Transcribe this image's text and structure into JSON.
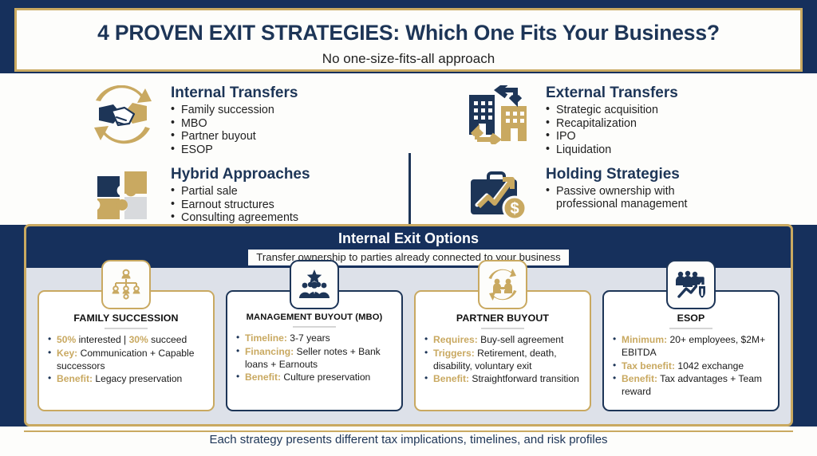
{
  "header": {
    "title": "4 PROVEN EXIT STRATEGIES: Which One Fits Your Business?",
    "subtitle": "No one-size-fits-all approach"
  },
  "colors": {
    "navy": "#16305c",
    "navy_text": "#1d3557",
    "gold": "#c9a961",
    "panel_bg": "#dde1e9",
    "paper": "#fdfdfb"
  },
  "quadrants": [
    {
      "title": "Internal Transfers",
      "icon": "handshake-cycle-icon",
      "items": [
        "Family succession",
        "MBO",
        "Partner buyout",
        "ESOP"
      ]
    },
    {
      "title": "External Transfers",
      "icon": "buildings-exchange-icon",
      "items": [
        "Strategic acquisition",
        "Recapitalization",
        "IPO",
        "Liquidation"
      ]
    },
    {
      "title": "Hybrid Approaches",
      "icon": "puzzle-pieces-icon",
      "items": [
        "Partial sale",
        "Earnout structures",
        "Consulting agreements"
      ]
    },
    {
      "title": "Holding Strategies",
      "icon": "briefcase-growth-icon",
      "items": [
        "Passive ownership with professional management"
      ]
    }
  ],
  "panel": {
    "title": "Internal Exit Options",
    "subtitle": "Transfer ownership to parties already connected to your business",
    "cards": [
      {
        "title": "FAMILY SUCCESSION",
        "icon": "family-tree-icon",
        "accent": "gold",
        "bullets": [
          {
            "lead": "50%",
            "rest": " interested | ",
            "lead2": "30%",
            "rest2": " succeed"
          },
          {
            "lead": "Key:",
            "rest": " Communication + Capable successors"
          },
          {
            "lead": "Benefit:",
            "rest": " Legacy preservation"
          }
        ]
      },
      {
        "title": "MANAGEMENT BUYOUT (MBO)",
        "icon": "team-star-icon",
        "accent": "navy",
        "bullets": [
          {
            "lead": "Timeline:",
            "rest": " 3-7 years"
          },
          {
            "lead": "Financing:",
            "rest": " Seller notes + Bank loans + Earnouts"
          },
          {
            "lead": "Benefit:",
            "rest": " Culture preservation"
          }
        ]
      },
      {
        "title": "PARTNER BUYOUT",
        "icon": "partner-handshake-icon",
        "accent": "gold",
        "bullets": [
          {
            "lead": "Requires:",
            "rest": " Buy-sell agreement"
          },
          {
            "lead": "Triggers:",
            "rest": " Retirement, death, disability, voluntary exit"
          },
          {
            "lead": "Benefit:",
            "rest": " Straightforward transition"
          }
        ]
      },
      {
        "title": "ESOP",
        "icon": "employee-shield-growth-icon",
        "accent": "navy",
        "bullets": [
          {
            "lead": "Minimum:",
            "rest": " 20+ employees, $2M+ EBITDA"
          },
          {
            "lead": "Tax benefit:",
            "rest": " 1042 exchange"
          },
          {
            "lead": "Benefit:",
            "rest": " Tax advantages + Team reward"
          }
        ]
      }
    ]
  },
  "footer": {
    "text": "Each strategy presents different tax implications, timelines, and risk profiles"
  }
}
